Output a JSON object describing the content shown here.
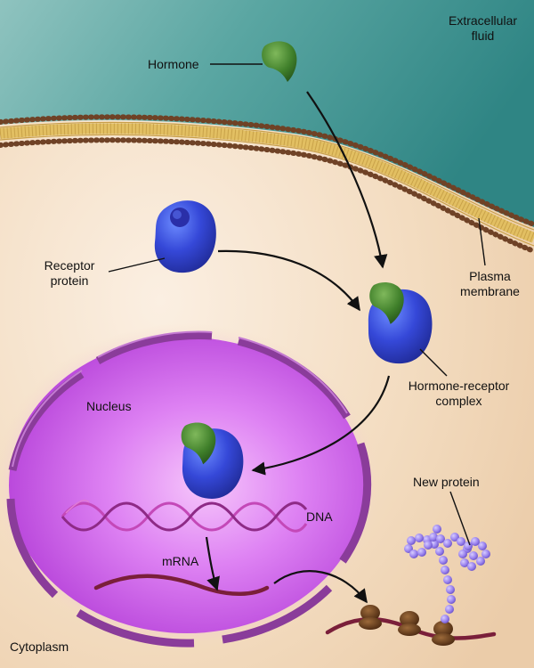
{
  "labels": {
    "extracellular": [
      "Extracellular",
      "fluid"
    ],
    "hormone": "Hormone",
    "receptor": [
      "Receptor",
      "protein"
    ],
    "plasma": [
      "Plasma",
      "membrane"
    ],
    "complex": [
      "Hormone-receptor",
      "complex"
    ],
    "nucleus": "Nucleus",
    "dna": "DNA",
    "mrna": "mRNA",
    "new_protein": "New protein",
    "cytoplasm": "Cytoplasm"
  },
  "colors": {
    "extracellular": "#3f8f8c",
    "cytoplasm": "#f3dcc0",
    "membrane_head": "#7a4a2e",
    "membrane_tail": "#d9b554",
    "hormone": "#3f7f2a",
    "receptor": "#2f3fd0",
    "nucleus": "#c04be0",
    "nuclear_envelope": "#8a3c9a",
    "dna": "#b23aa8",
    "mrna": "#7a1f3a",
    "ribosome": "#5a3316",
    "protein_bead": "#8f72e6"
  },
  "icons": {
    "hormone": "hormone-molecule-icon",
    "receptor": "receptor-protein-icon",
    "ribosome": "ribosome-icon"
  }
}
